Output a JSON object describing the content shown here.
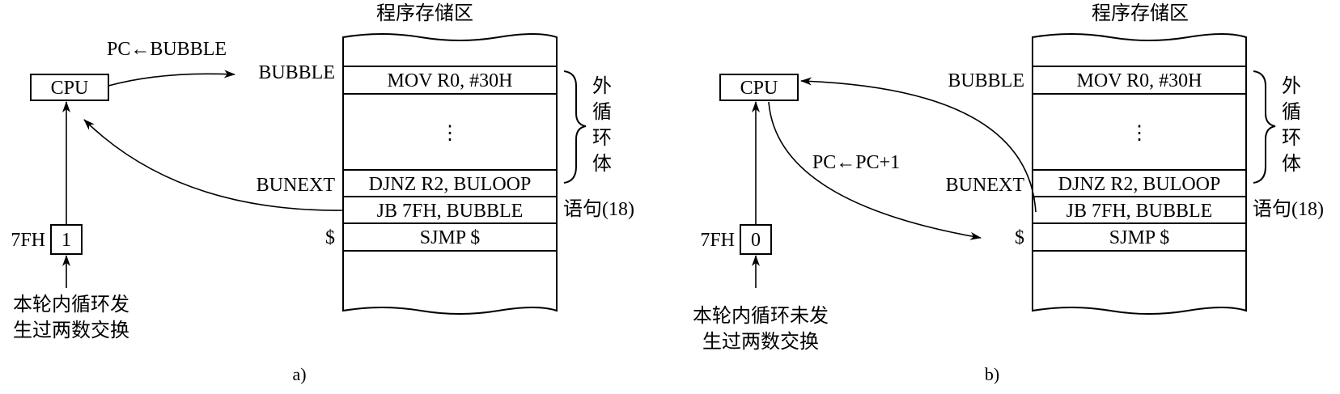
{
  "panel_a": {
    "memory_title": "程序存储区",
    "cpu_label": "CPU",
    "pc_assignment": "PC←BUBBLE",
    "flag_label": "7FH",
    "flag_value": "1",
    "condition_line1": "本轮内循环发",
    "condition_line2": "生过两数交换",
    "addr_labels": {
      "bubble": "BUBBLE",
      "bunext": "BUNEXT",
      "dollar": "$"
    },
    "instructions": {
      "mov": "MOV R0, #30H",
      "dots": "⋮",
      "djnz": "DJNZ R2, BULOOP",
      "jb": "JB 7FH, BUBBLE",
      "sjmp": "SJMP $"
    },
    "brace_label": [
      "外",
      "循",
      "环",
      "体"
    ],
    "statement_label": "语句(18)",
    "caption": "a)"
  },
  "panel_b": {
    "memory_title": "程序存储区",
    "cpu_label": "CPU",
    "pc_assignment": "PC←PC+1",
    "flag_label": "7FH",
    "flag_value": "0",
    "condition_line1": "本轮内循环未发",
    "condition_line2": "生过两数交换",
    "addr_labels": {
      "bubble": "BUBBLE",
      "bunext": "BUNEXT",
      "dollar": "$"
    },
    "instructions": {
      "mov": "MOV R0, #30H",
      "dots": "⋮",
      "djnz": "DJNZ R2, BULOOP",
      "jb": "JB 7FH, BUBBLE",
      "sjmp": "SJMP $"
    },
    "brace_label": [
      "外",
      "循",
      "环",
      "体"
    ],
    "statement_label": "语句(18)",
    "caption": "b)"
  }
}
